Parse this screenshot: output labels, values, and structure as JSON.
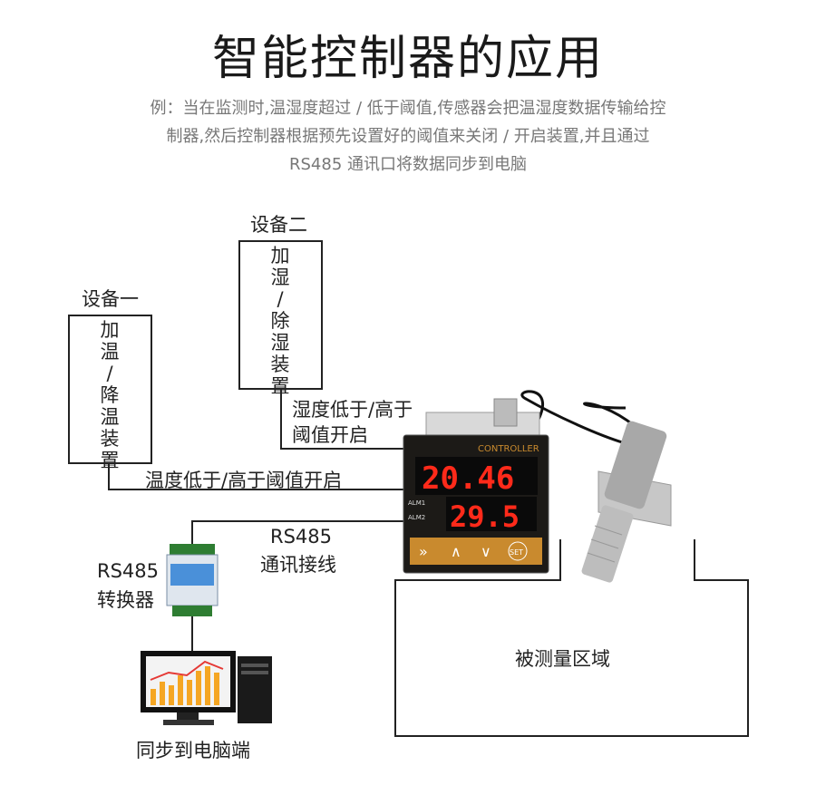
{
  "title": "智能控制器的应用",
  "description": [
    "例：当在监测时,温湿度超过 / 低于阈值,传感器会把温湿度数据传输给控",
    "制器,然后控制器根据预先设置好的阈值来关闭 / 开启装置,并且通过",
    "RS485 通讯口将数据同步到电脑"
  ],
  "device1": {
    "title": "设备一",
    "box_text": [
      "加",
      "温",
      "/",
      "降",
      "温",
      "装",
      "置"
    ],
    "wire_label": "温度低于/高于阈值开启"
  },
  "device2": {
    "title": "设备二",
    "box_text": [
      "加",
      "湿",
      "/",
      "除",
      "湿",
      "装",
      "置"
    ],
    "wire_label_line1": "湿度低于/高于",
    "wire_label_line2": "阈值开启"
  },
  "rs485_wire": {
    "line1": "RS485",
    "line2": "通讯接线"
  },
  "converter": {
    "line1": "RS485",
    "line2": "转换器"
  },
  "pc_label": "同步到电脑端",
  "area_label": "被测量区域",
  "controller": {
    "brand": "CONTROLLER",
    "display_top": "20.46",
    "display_bottom": "29.5",
    "alm1": "ALM1",
    "alm2": "ALM2",
    "set_key": "SET"
  },
  "colors": {
    "digit": "#ff2a1a",
    "panel": "#1c1a17",
    "keypad": "#c98a2e"
  }
}
